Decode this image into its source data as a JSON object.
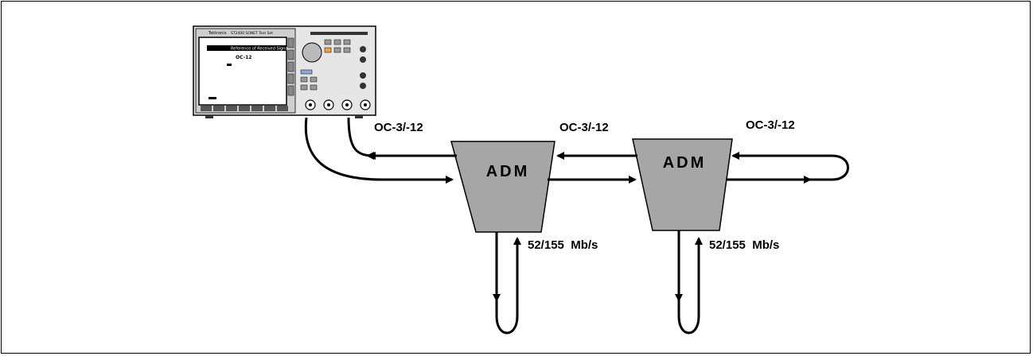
{
  "instrument": {
    "brand": "Tektronix",
    "model": "ST2400 SONET Test Set",
    "screen_title": "Reference of Received Signal",
    "screen_signal": "OC-12"
  },
  "labels": {
    "link_1": "OC-3/-12",
    "link_2": "OC-3/-12",
    "link_3": "OC-3/-12",
    "rate_1": "52/155  Mb/s",
    "rate_2": "52/155  Mb/s"
  },
  "nodes": {
    "adm_1": "ADM",
    "adm_2": "ADM"
  },
  "colors": {
    "adm_fill": "#a6a6a6",
    "line": "#000000"
  }
}
